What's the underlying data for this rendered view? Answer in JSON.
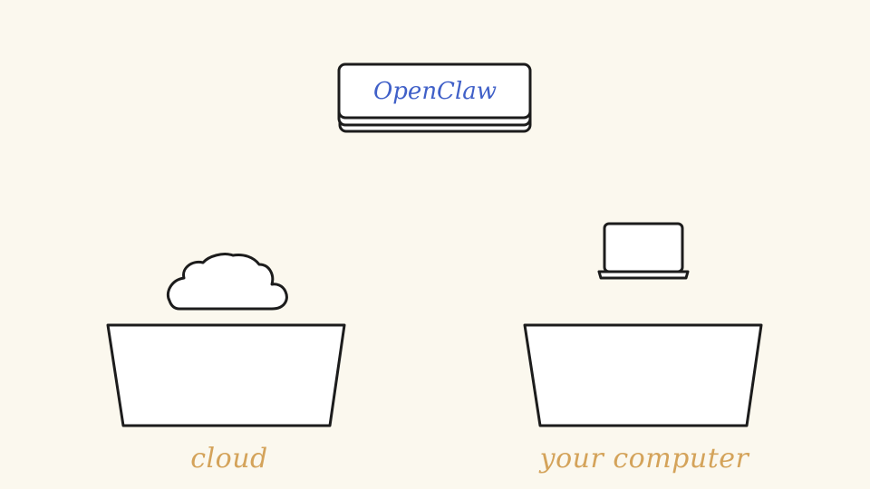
{
  "brand": {
    "label": "OpenClaw",
    "color": "#4060c8"
  },
  "locations": [
    {
      "label": "cloud",
      "icon": "cloud-icon",
      "color": "#d4a35a"
    },
    {
      "label": "your computer",
      "icon": "laptop-icon",
      "color": "#d4a35a"
    }
  ],
  "colors": {
    "background": "#fbf8ee",
    "ink": "#1c1c1c",
    "fill": "#ffffff"
  }
}
